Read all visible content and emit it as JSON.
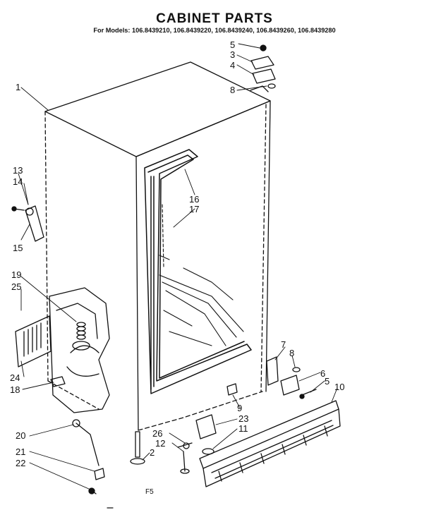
{
  "title": "CABINET PARTS",
  "subtitle": "For Models: 106.8439210, 106.8439220, 106.8439240, 106.8439260, 106.8439280",
  "callouts": [
    "5",
    "3",
    "4",
    "8",
    "1",
    "16",
    "17",
    "13",
    "14",
    "15",
    "19",
    "25",
    "24",
    "18",
    "7",
    "8",
    "6",
    "5",
    "10",
    "9",
    "23",
    "11",
    "26",
    "12",
    "2",
    "20",
    "21",
    "22"
  ],
  "figure_code": "F5"
}
